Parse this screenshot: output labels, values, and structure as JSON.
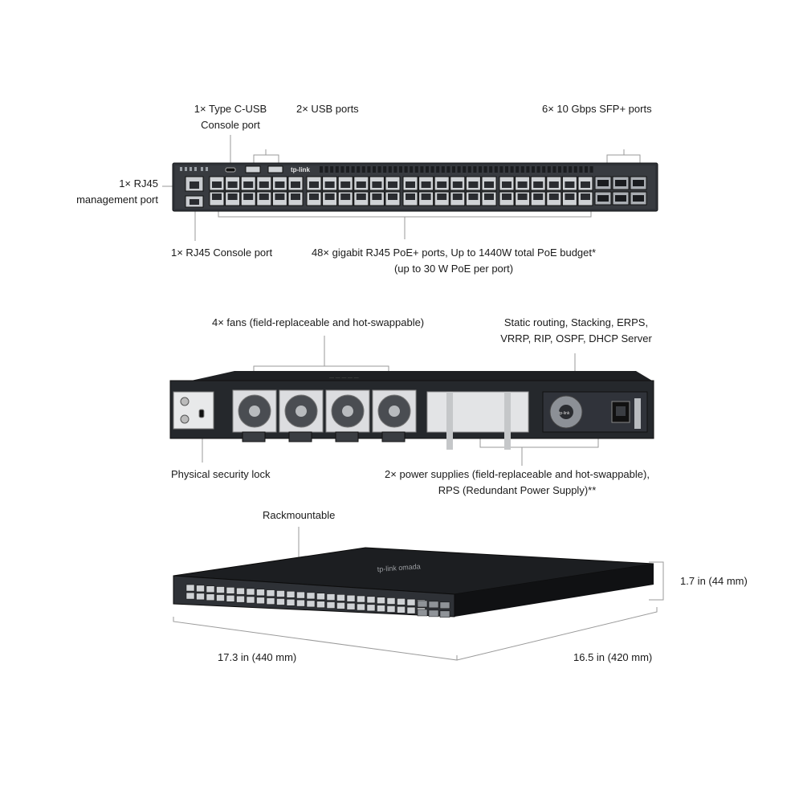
{
  "front": {
    "type_c_console": [
      "1× Type C-USB",
      "Console port"
    ],
    "usb_ports": "2× USB ports",
    "sfp_ports": "6× 10 Gbps SFP+ ports",
    "rj45_mgmt": [
      "1× RJ45",
      "management port"
    ],
    "rj45_console": "1× RJ45 Console port",
    "poe_ports": [
      "48× gigabit RJ45 PoE+ ports, Up to 1440W total PoE budget*",
      "(up to 30 W PoE per port)"
    ],
    "brand": "tp-link"
  },
  "rear": {
    "fans": "4× fans (field-replaceable and hot-swappable)",
    "features": [
      "Static routing, Stacking, ERPS,",
      "VRRP, RIP, OSPF, DHCP Server"
    ],
    "security_lock": "Physical security lock",
    "power": [
      "2× power supplies (field-replaceable and hot-swappable),",
      "RPS (Redundant Power Supply)**"
    ],
    "psu_brand": "tp-link"
  },
  "iso": {
    "rackmount": "Rackmountable",
    "height": "1.7 in (44 mm)",
    "width": "17.3 in (440 mm)",
    "depth": "16.5 in (420 mm)",
    "brand": "tp-link  omada"
  }
}
